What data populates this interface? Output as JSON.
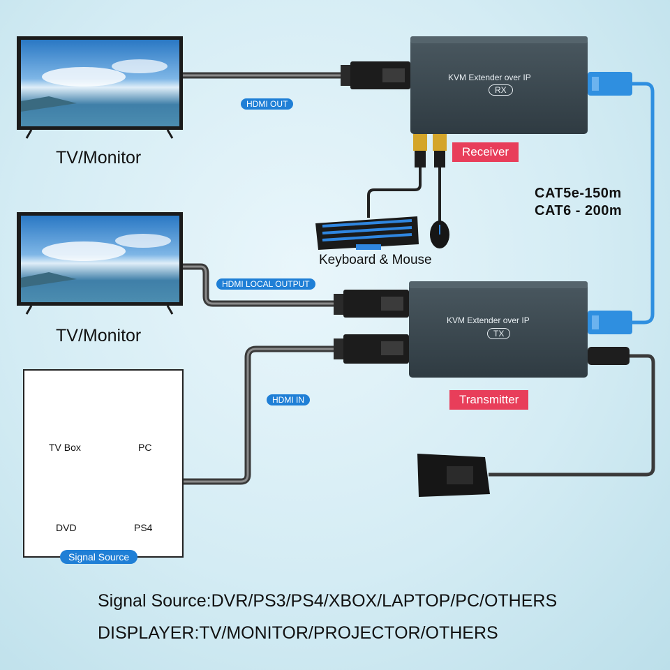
{
  "top_display": {
    "label": "TV/Monitor"
  },
  "local_display": {
    "label": "TV/Monitor"
  },
  "receiver": {
    "device_text": "KVM Extender over IP",
    "badge": "RX",
    "tag": "Receiver"
  },
  "transmitter": {
    "device_text": "KVM Extender over IP",
    "badge": "TX",
    "tag": "Transmitter"
  },
  "cable_spec": {
    "line1": "CAT5e-150m",
    "line2": "CAT6 - 200m"
  },
  "peripherals": {
    "label": "Keyboard & Mouse"
  },
  "links": {
    "hdmi_out": "HDMI OUT",
    "hdmi_local_output": "HDMI LOCAL OUTPUT",
    "hdmi_in": "HDMI IN"
  },
  "signal_source": {
    "title": "Signal Source",
    "items": [
      "TV Box",
      "PC",
      "DVD",
      "PS4"
    ]
  },
  "footer": {
    "line1": "Signal Source:DVR/PS3/PS4/XBOX/LAPTOP/PC/OTHERS",
    "line2": "DISPLAYER:TV/MONITOR/PROJECTOR/OTHERS"
  },
  "colors": {
    "cable_blue": "#2f8fe0",
    "tag_red": "#e83e5a",
    "pill_blue": "#1f7fd6",
    "device": "#3c4a52"
  }
}
